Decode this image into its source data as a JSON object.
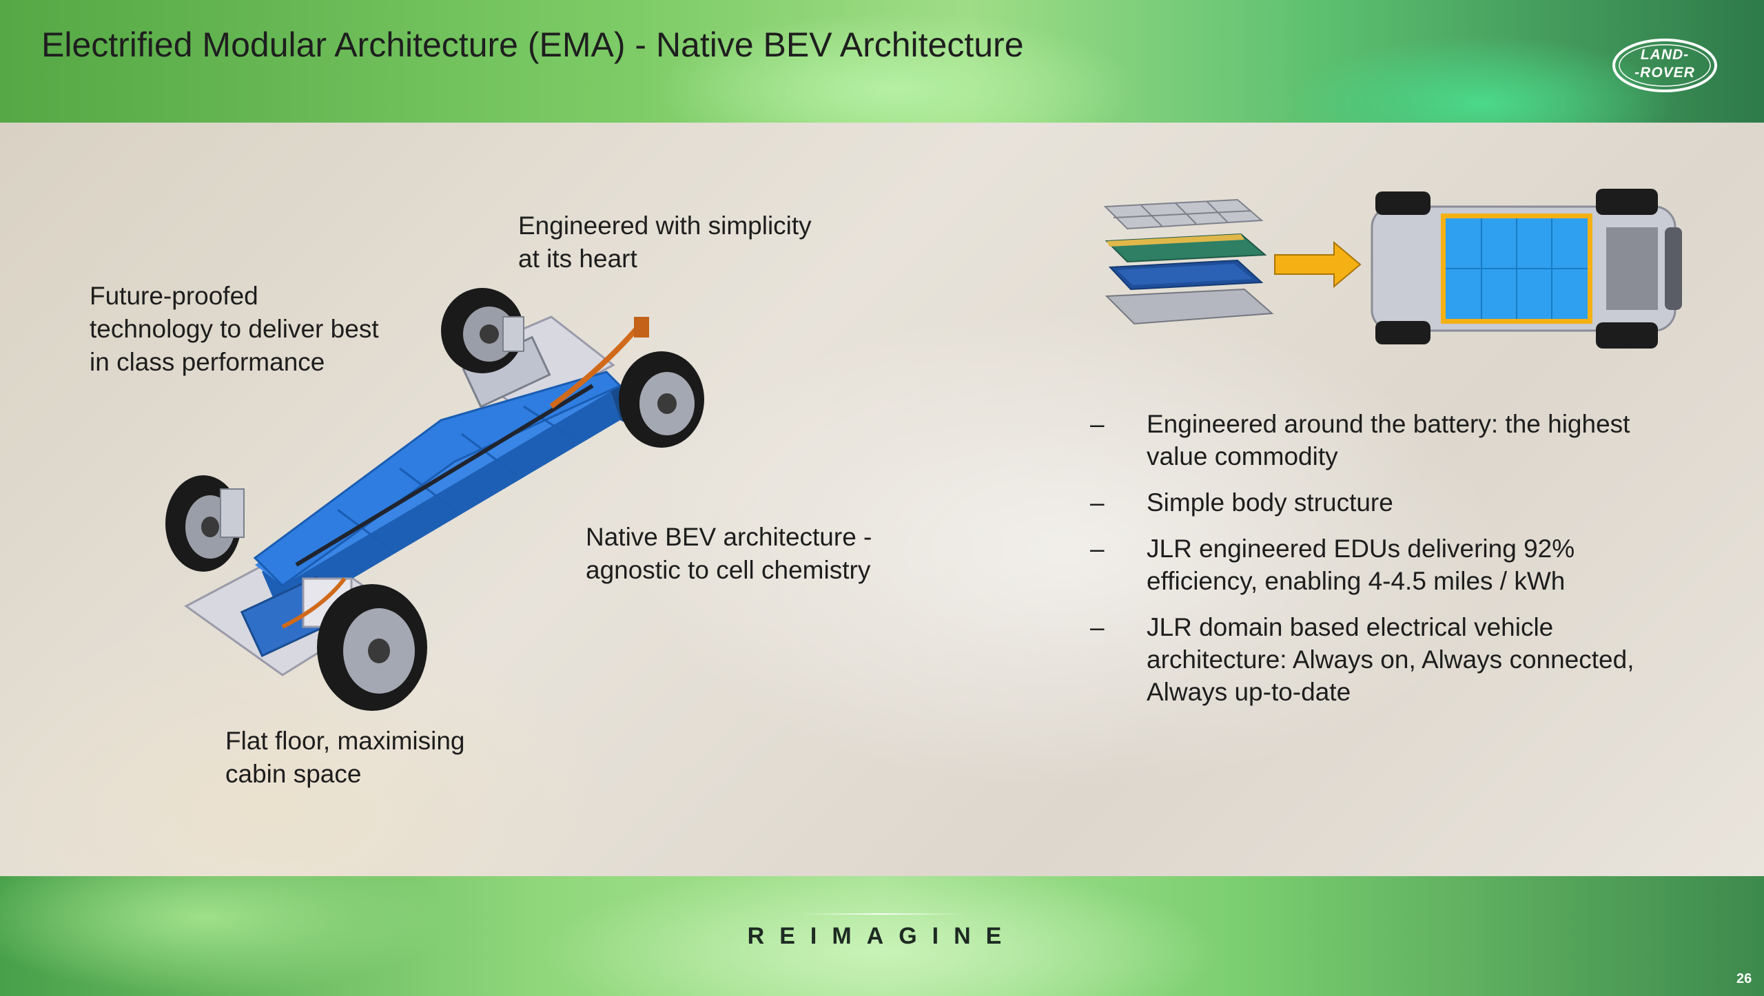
{
  "slide": {
    "title": "Electrified Modular Architecture (EMA) - Native BEV Architecture",
    "logo": {
      "line1": "LAND-",
      "line2": "-ROVER"
    },
    "labels": {
      "simplicity": [
        "Engineered with simplicity",
        "at its heart"
      ],
      "future": [
        "Future-proofed",
        "technology to deliver best",
        "in class performance"
      ],
      "native": [
        "Native BEV architecture -",
        "agnostic to cell chemistry"
      ],
      "flat": [
        "Flat floor, maximising",
        "cabin space"
      ]
    },
    "bullets": [
      {
        "dash": "–",
        "lines": [
          "Engineered around the battery: the highest",
          "value commodity"
        ]
      },
      {
        "dash": "–",
        "lines": [
          "Simple body structure"
        ]
      },
      {
        "dash": "–",
        "lines": [
          "JLR engineered EDUs delivering 92%",
          "efficiency, enabling 4-4.5 miles / kWh"
        ]
      },
      {
        "dash": "–",
        "lines": [
          "JLR domain based electrical vehicle",
          "architecture: Always on, Always connected,",
          "Always up-to-date"
        ]
      }
    ],
    "footer": {
      "tagline": "REIMAGINE",
      "page_number": "26"
    },
    "colors": {
      "battery_blue": "#2f7de0",
      "arrow_orange": "#f5b014",
      "header_green": "#7ccb66"
    },
    "icons": [
      "ema-platform-illustration",
      "battery-module-stack-icon",
      "arrow-right-icon",
      "chassis-top-view-icon",
      "land-rover-logo"
    ]
  }
}
